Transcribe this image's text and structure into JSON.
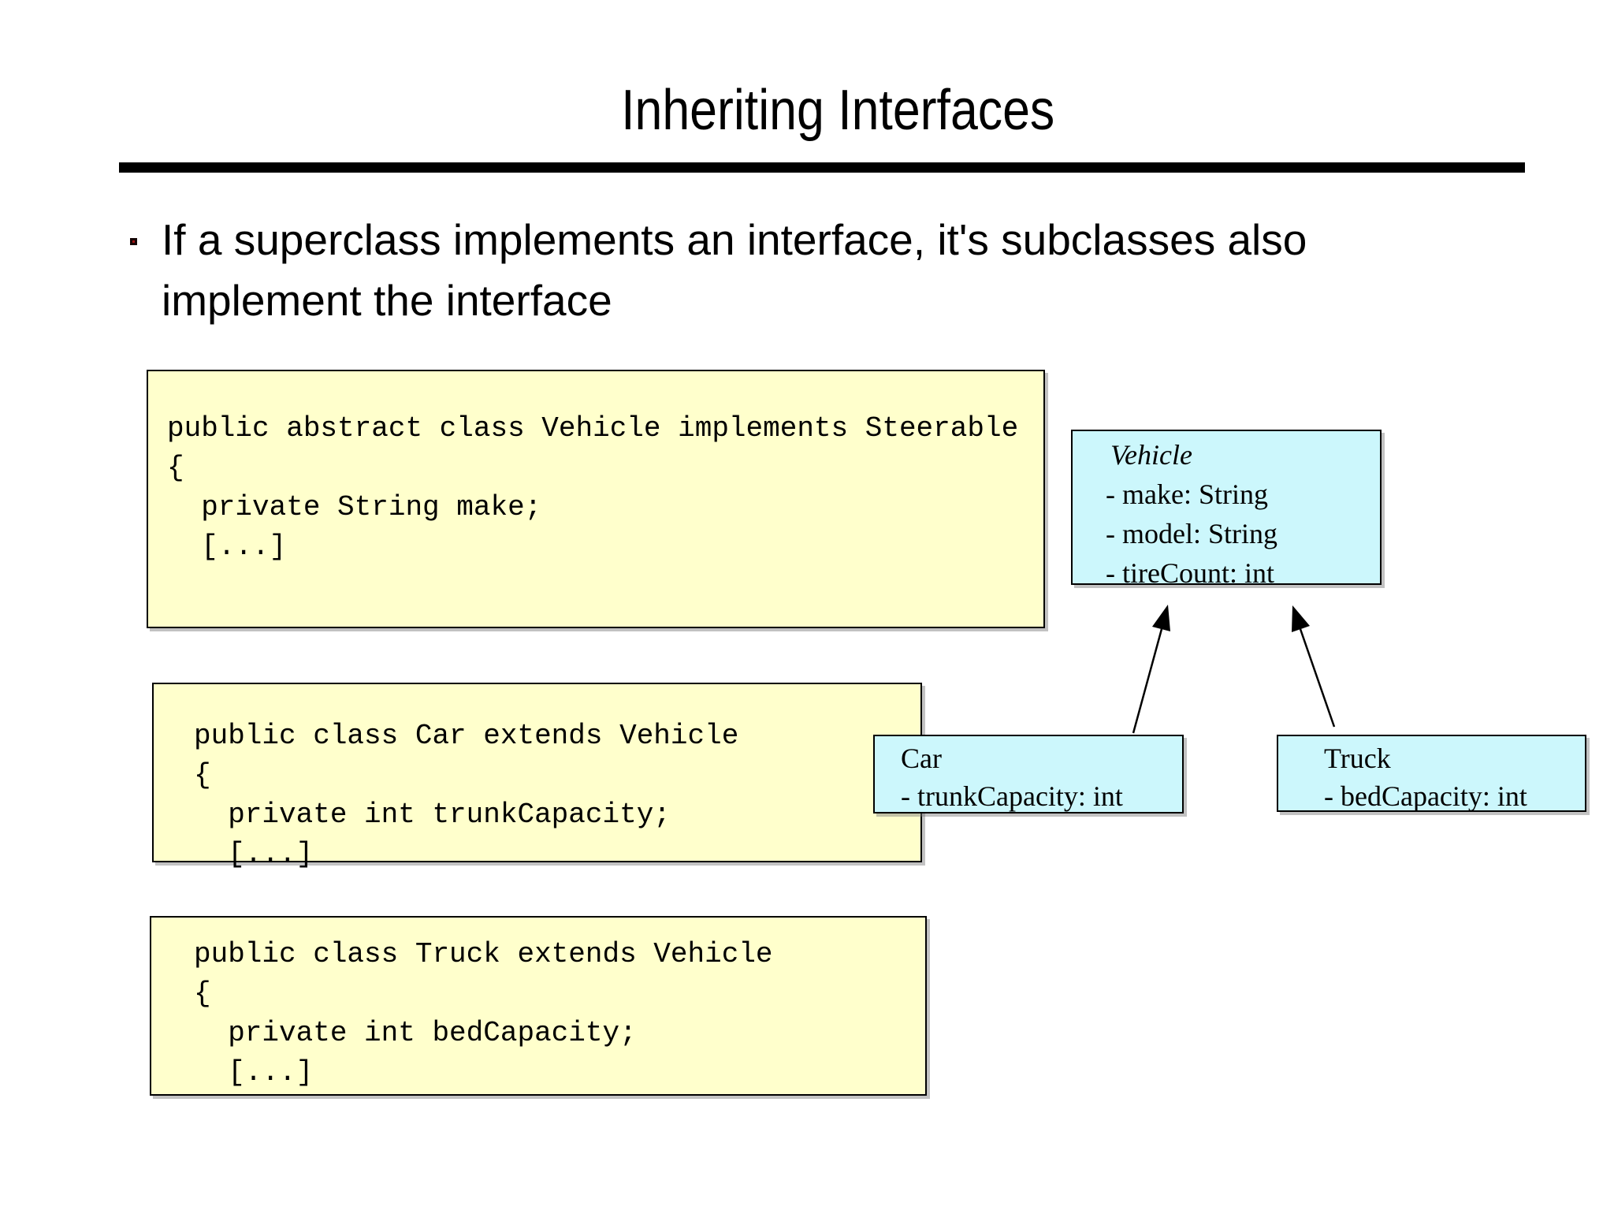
{
  "slide": {
    "title": "Inheriting Interfaces",
    "bullet": {
      "lines": [
        "If a superclass implements an interface, it's subclasses also",
        "implement the interface"
      ]
    }
  },
  "code_boxes": [
    {
      "lines": [
        "public abstract class Vehicle implements Steerable",
        "{",
        "  private String make;",
        "  [...]"
      ]
    },
    {
      "lines": [
        "public class Car extends Vehicle",
        "{",
        "  private int trunkCapacity;",
        "  [...]"
      ]
    },
    {
      "lines": [
        "public class Truck extends Vehicle",
        "{",
        "  private int bedCapacity;",
        "  [...]"
      ]
    }
  ],
  "uml": {
    "vehicle": {
      "name": "Vehicle",
      "attributes": [
        "- make: String",
        "- model: String",
        "- tireCount: int"
      ]
    },
    "car": {
      "name": "Car",
      "attributes": [
        "- trunkCapacity: int"
      ]
    },
    "truck": {
      "name": "Truck",
      "attributes": [
        "- bedCapacity: int"
      ]
    }
  },
  "colors": {
    "code_box_bg": "#FFFFCC",
    "uml_box_bg": "#CCF7FC",
    "bullet_marker": "#A31212",
    "rule": "#000000",
    "text": "#000000"
  }
}
